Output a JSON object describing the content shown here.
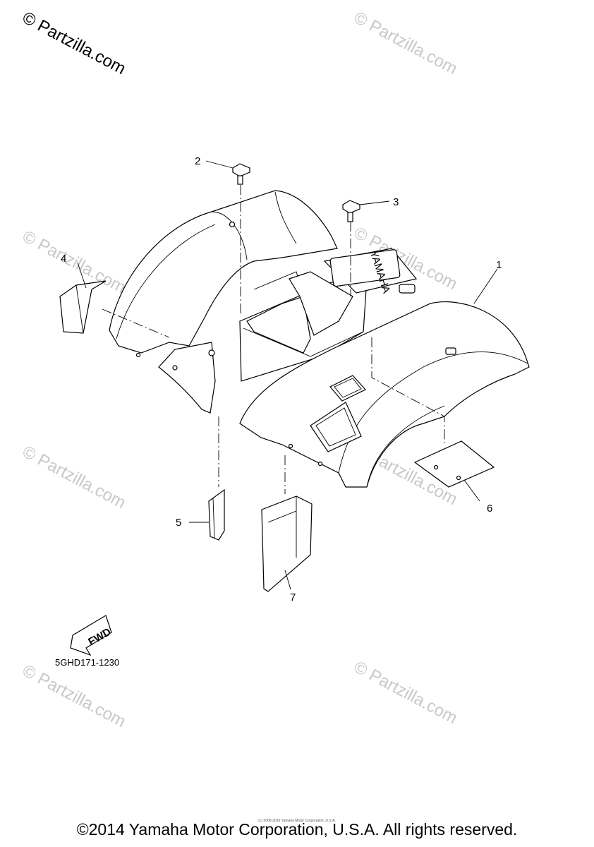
{
  "watermark": {
    "main": "© Partzilla.com",
    "faint": "© Partzilla.com"
  },
  "callouts": [
    "1",
    "2",
    "3",
    "4",
    "5",
    "6",
    "7"
  ],
  "embossed_text": "YAMAHA",
  "fwd_label": "FWD",
  "diagram_code": "5GHD171-1230",
  "footer": {
    "copyright": "©2014 Yamaha Motor Corporation, U.S.A. All rights reserved.",
    "small_print": "(c) 2006-2016 Yamaha Motor Corporation, U.S.A."
  }
}
